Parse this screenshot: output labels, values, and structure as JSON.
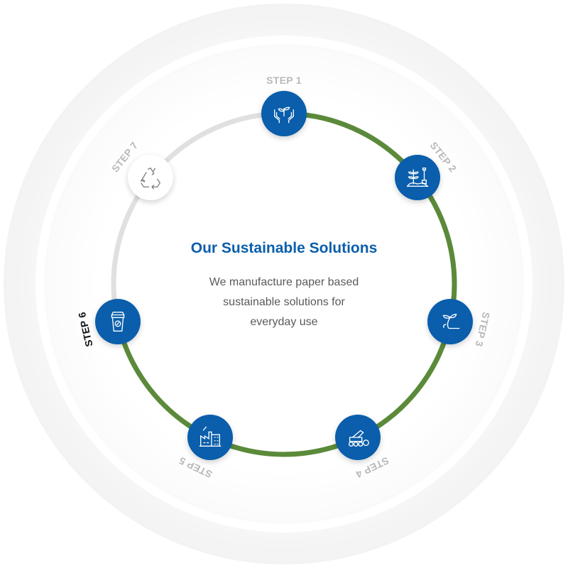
{
  "title": "Our Sustainable Solutions",
  "description": [
    "We manufacture paper based",
    "sustainable solutions for",
    "everyday use"
  ],
  "colors": {
    "primary": "#0a5eab",
    "progress": "#5b8a3a",
    "track": "#e0e0e0"
  },
  "current_step": 6,
  "steps": [
    {
      "label": "STEP 1",
      "icon": "hands-plant-icon",
      "status": "completed"
    },
    {
      "label": "STEP 2",
      "icon": "plant-shovel-icon",
      "status": "completed"
    },
    {
      "label": "STEP 3",
      "icon": "sprout-icon",
      "status": "completed"
    },
    {
      "label": "STEP 4",
      "icon": "logging-machine-icon",
      "status": "completed"
    },
    {
      "label": "STEP 5",
      "icon": "factory-icon",
      "status": "completed"
    },
    {
      "label": "STEP 6",
      "icon": "coffee-cup-icon",
      "status": "current"
    },
    {
      "label": "STEP 7",
      "icon": "recycle-icon",
      "status": "upcoming"
    }
  ]
}
